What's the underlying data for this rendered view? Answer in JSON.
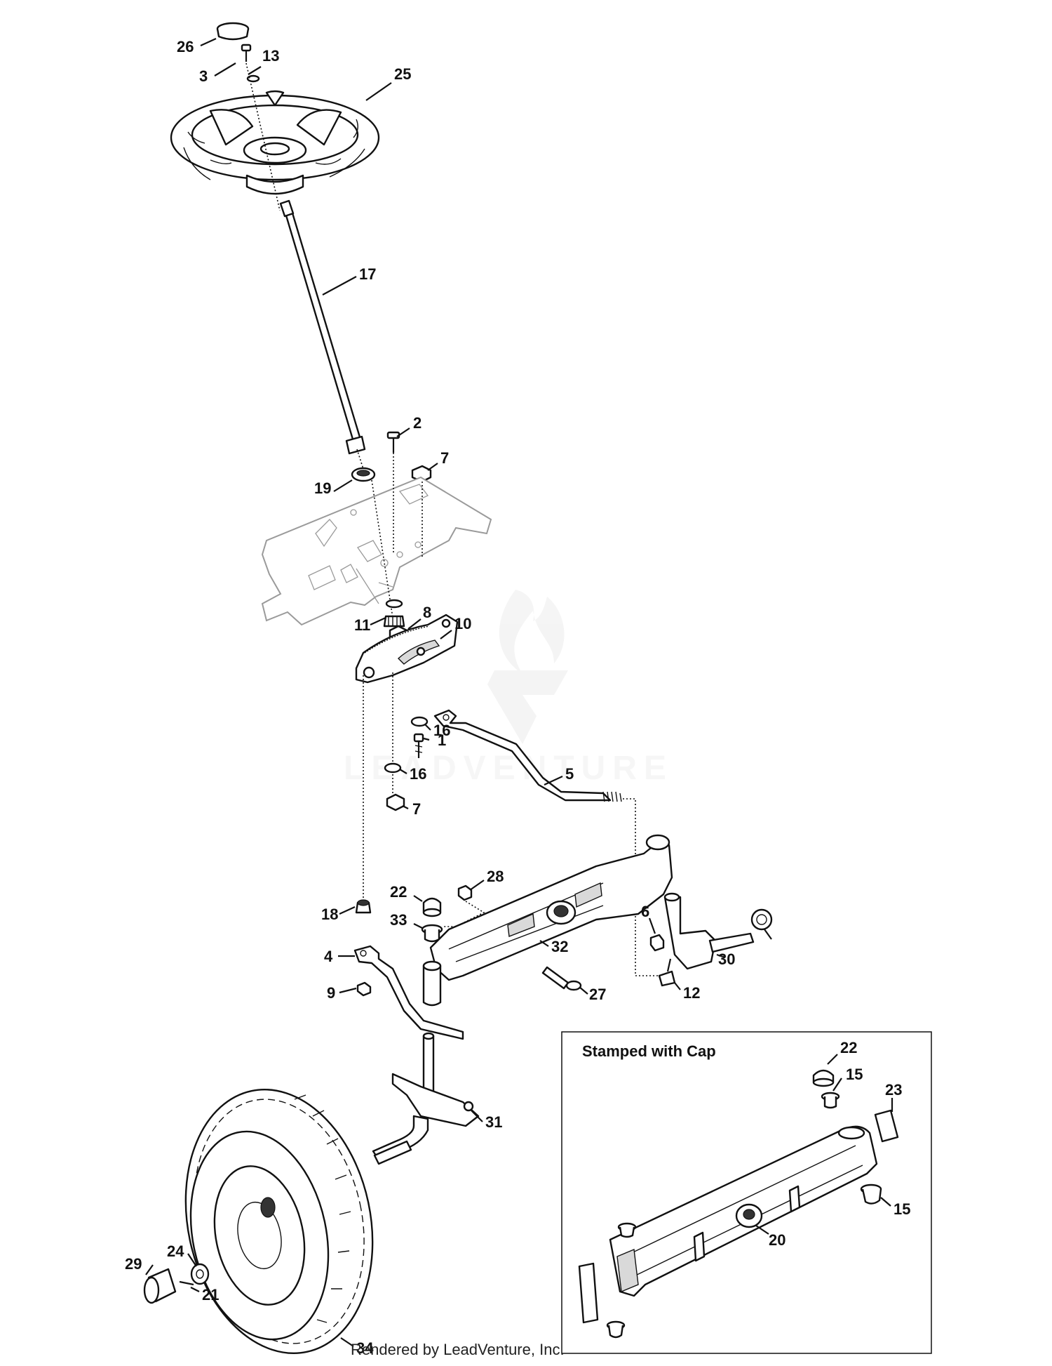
{
  "inset": {
    "title": "Stamped with Cap"
  },
  "footer": {
    "text": "Rendered by LeadVenture, Inc."
  },
  "watermark": {
    "text": "LEADVENTURE"
  },
  "callouts": {
    "c26": "26",
    "c3": "3",
    "c13": "13",
    "c25": "25",
    "c17": "17",
    "c2": "2",
    "c7a": "7",
    "c19": "19",
    "c11": "11",
    "c8": "8",
    "c10": "10",
    "c16a": "16",
    "c1": "1",
    "c16b": "16",
    "c7b": "7",
    "c5": "5",
    "c28": "28",
    "c22a": "22",
    "c33": "33",
    "c18": "18",
    "c6": "6",
    "c32": "32",
    "c30": "30",
    "c4": "4",
    "c9": "9",
    "c27": "27",
    "c12": "12",
    "c31": "31",
    "c24": "24",
    "c29": "29",
    "c21": "21",
    "c34": "34",
    "c22b": "22",
    "c15a": "15",
    "c23": "23",
    "c15b": "15",
    "c20": "20"
  }
}
